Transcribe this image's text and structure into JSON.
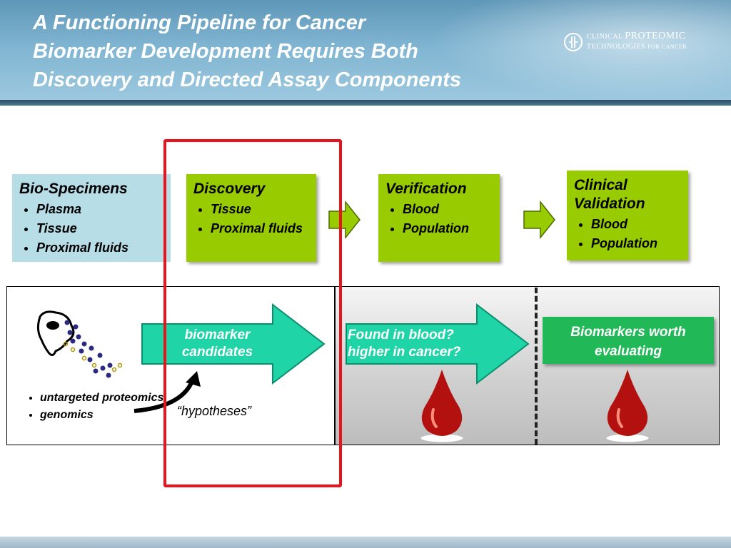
{
  "header": {
    "title_lines": [
      "A Functioning Pipeline for Cancer",
      "Biomarker Development Requires Both",
      "Discovery and Directed Assay Components"
    ],
    "logo": {
      "icon": "cptc-logo-icon",
      "small_caps_1": "CLINICAL",
      "big_1": "PROTEOMIC",
      "line_2": "TECHNOLOGIES",
      "line_2_suffix": "FOR CANCER"
    }
  },
  "stages": {
    "specimens": {
      "title": "Bio-Specimens",
      "items": [
        "Plasma",
        "Tissue",
        "Proximal fluids"
      ]
    },
    "discovery": {
      "title": "Discovery",
      "items": [
        "Tissue",
        "Proximal fluids"
      ]
    },
    "verification": {
      "title": "Verification",
      "items": [
        "Blood",
        "Population"
      ]
    },
    "clinical": {
      "title_line1": "Clinical",
      "title_line2": "Validation",
      "items": [
        "Blood",
        "Population"
      ]
    }
  },
  "flow": {
    "candidates_line1": "biomarker",
    "candidates_line2": "candidates",
    "found_line1": "Found in blood?",
    "found_line2": "higher in cancer?",
    "worth_line1": "Biomarkers worth",
    "worth_line2": "evaluating",
    "methods": [
      "untargeted proteomics",
      "genomics"
    ],
    "hypotheses": "“hypotheses”"
  },
  "colors": {
    "stage_green": "#99cc00",
    "specimen_blue": "#b7dde6",
    "arrow_teal": "#1fd4a6",
    "worth_green": "#21b957",
    "highlight_red": "#e8131c",
    "blood_red": "#b3110f"
  },
  "icons": [
    "cell-icon",
    "blood-drop-icon",
    "right-arrow-icon",
    "curved-arrow-icon"
  ]
}
